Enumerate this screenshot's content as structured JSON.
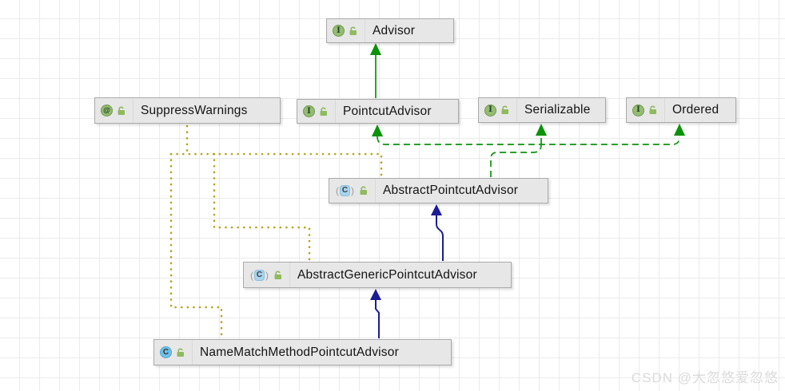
{
  "diagram": {
    "tool": "UML class diagram",
    "nodes": [
      {
        "label": "Advisor",
        "kind": "interface"
      },
      {
        "label": "SuppressWarnings",
        "kind": "annotation"
      },
      {
        "label": "PointcutAdvisor",
        "kind": "interface"
      },
      {
        "label": "Serializable",
        "kind": "interface"
      },
      {
        "label": "Ordered",
        "kind": "interface"
      },
      {
        "label": "AbstractPointcutAdvisor",
        "kind": "abstract-class"
      },
      {
        "label": "AbstractGenericPointcutAdvisor",
        "kind": "abstract-class"
      },
      {
        "label": "NameMatchMethodPointcutAdvisor",
        "kind": "class"
      }
    ],
    "edges": [
      {
        "from": "PointcutAdvisor",
        "to": "Advisor",
        "type": "extends-interface",
        "style": "solid-green-arrow"
      },
      {
        "from": "AbstractPointcutAdvisor",
        "to": "PointcutAdvisor",
        "type": "implements",
        "style": "dashed-green-arrow"
      },
      {
        "from": "AbstractPointcutAdvisor",
        "to": "Serializable",
        "type": "implements",
        "style": "dashed-green-arrow"
      },
      {
        "from": "AbstractPointcutAdvisor",
        "to": "Ordered",
        "type": "implements",
        "style": "dashed-green-arrow"
      },
      {
        "from": "AbstractGenericPointcutAdvisor",
        "to": "AbstractPointcutAdvisor",
        "type": "extends",
        "style": "solid-blue-arrow"
      },
      {
        "from": "NameMatchMethodPointcutAdvisor",
        "to": "AbstractGenericPointcutAdvisor",
        "type": "extends",
        "style": "solid-blue-arrow"
      },
      {
        "from": "AbstractPointcutAdvisor",
        "to": "SuppressWarnings",
        "type": "annotated-with",
        "style": "dotted-yellow"
      },
      {
        "from": "AbstractGenericPointcutAdvisor",
        "to": "SuppressWarnings",
        "type": "annotated-with",
        "style": "dotted-yellow"
      },
      {
        "from": "NameMatchMethodPointcutAdvisor",
        "to": "SuppressWarnings",
        "type": "annotated-with",
        "style": "dotted-yellow"
      }
    ],
    "icon_glyphs": {
      "interface": "I",
      "annotation": "@",
      "class": "C",
      "abstract_class": "C",
      "abstract_paren_open": "(",
      "abstract_paren_close": ")",
      "visibility": "unlocked-padlock"
    },
    "colors": {
      "extends_edge_blue": "#1c1c96",
      "interface_edge_green": "#0a930a",
      "annotation_edge_yellow": "#b4a41e",
      "node_fill": "#e7e7e7",
      "node_border": "#aaaaaa",
      "interface_icon_green": "#94bc72",
      "class_icon_blue": "#6fc0e8",
      "abstract_icon_blue": "#a8d4ee",
      "grid_line": "#ebebeb"
    }
  },
  "watermark": {
    "text": "CSDN @大忽悠爱忽悠"
  }
}
